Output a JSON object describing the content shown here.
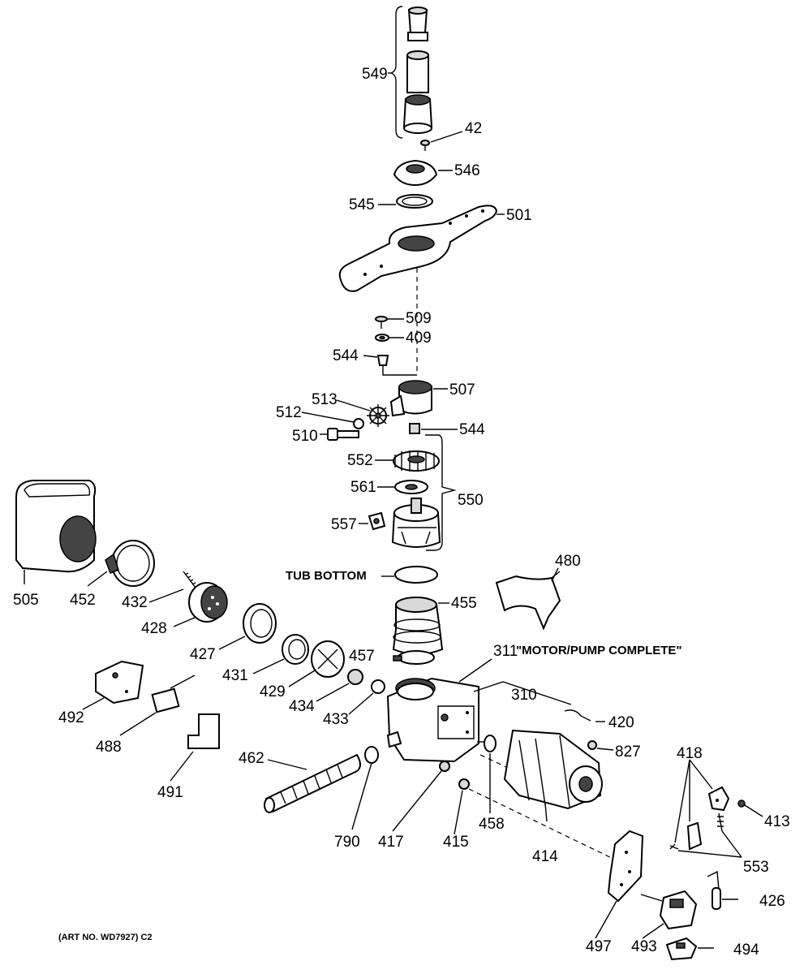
{
  "diagram": {
    "footer": "(ART NO. WD7927) C2",
    "callouts": {
      "tub_bottom": "TUB BOTTOM",
      "motor_pump_complete": "\"MOTOR/PUMP COMPLETE\""
    },
    "labels": {
      "p549": "549",
      "p42": "42",
      "p546": "546",
      "p545": "545",
      "p501": "501",
      "p509": "509",
      "p409": "409",
      "p544a": "544",
      "p507": "507",
      "p513": "513",
      "p512": "512",
      "p510": "510",
      "p544b": "544",
      "p552": "552",
      "p561": "561",
      "p550": "550",
      "p557": "557",
      "p455": "455",
      "p480": "480",
      "p505": "505",
      "p452": "452",
      "p432": "432",
      "p428": "428",
      "p427": "427",
      "p431": "431",
      "p429": "429",
      "p434": "434",
      "p457": "457",
      "p433": "433",
      "p311": "311",
      "p310": "310",
      "p492": "492",
      "p488": "488",
      "p491": "491",
      "p462": "462",
      "p420": "420",
      "p827": "827",
      "p418": "418",
      "p413": "413",
      "p553": "553",
      "p790": "790",
      "p417": "417",
      "p415": "415",
      "p458": "458",
      "p414": "414",
      "p426": "426",
      "p497": "497",
      "p493": "493",
      "p494": "494"
    }
  }
}
